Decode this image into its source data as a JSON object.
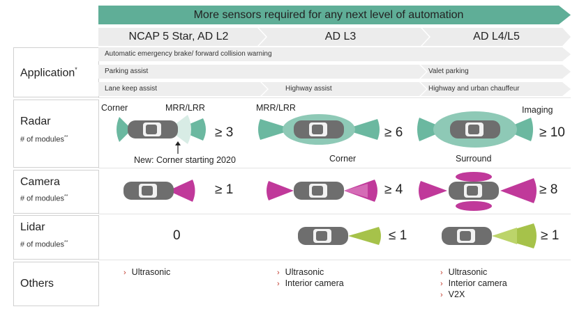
{
  "header": {
    "banner": "More sensors required for any next level of automation",
    "banner_color": "#5fae97"
  },
  "levels": [
    "NCAP 5 Star, AD L2",
    "AD L3",
    "AD L4/L5"
  ],
  "rows": {
    "application": {
      "label": "Application",
      "sup": "*",
      "strips": {
        "aeb": "Automatic emergency brake/ forward collision warning",
        "parking": "Parking assist",
        "valet": "Valet parking",
        "lane": "Lane keep assist",
        "highway": "Highway assist",
        "urban": "Highway and urban chauffeur"
      }
    },
    "radar": {
      "label": "Radar",
      "sub": "# of modules",
      "sub_sup": "**",
      "annotations": {
        "corner_l2": "Corner",
        "mrr_l2": "MRR/LRR",
        "mrr_l3": "MRR/LRR",
        "imaging": "Imaging",
        "new_corner": "New: Corner starting 2020",
        "corner_l3": "Corner",
        "surround": "Surround"
      },
      "counts": [
        "≥ 3",
        "≥ 6",
        "≥ 10"
      ]
    },
    "camera": {
      "label": "Camera",
      "sub": "# of modules",
      "sub_sup": "**",
      "counts": [
        "≥ 1",
        "≥ 4",
        "≥ 8"
      ]
    },
    "lidar": {
      "label": "Lidar",
      "sub": "# of modules",
      "sub_sup": "**",
      "counts": [
        "0",
        "≤ 1",
        "≥ 1"
      ]
    },
    "others": {
      "label": "Others",
      "l2": [
        "Ultrasonic"
      ],
      "l3": [
        "Ultrasonic",
        "Interior camera"
      ],
      "l45": [
        "Ultrasonic",
        "Interior camera",
        "V2X"
      ]
    }
  },
  "colors": {
    "radar": "#6bb8a0",
    "camera": "#c0399a",
    "lidar": "#a6c24a",
    "car": "#6e6e6e",
    "bullet": "#c0392b"
  }
}
